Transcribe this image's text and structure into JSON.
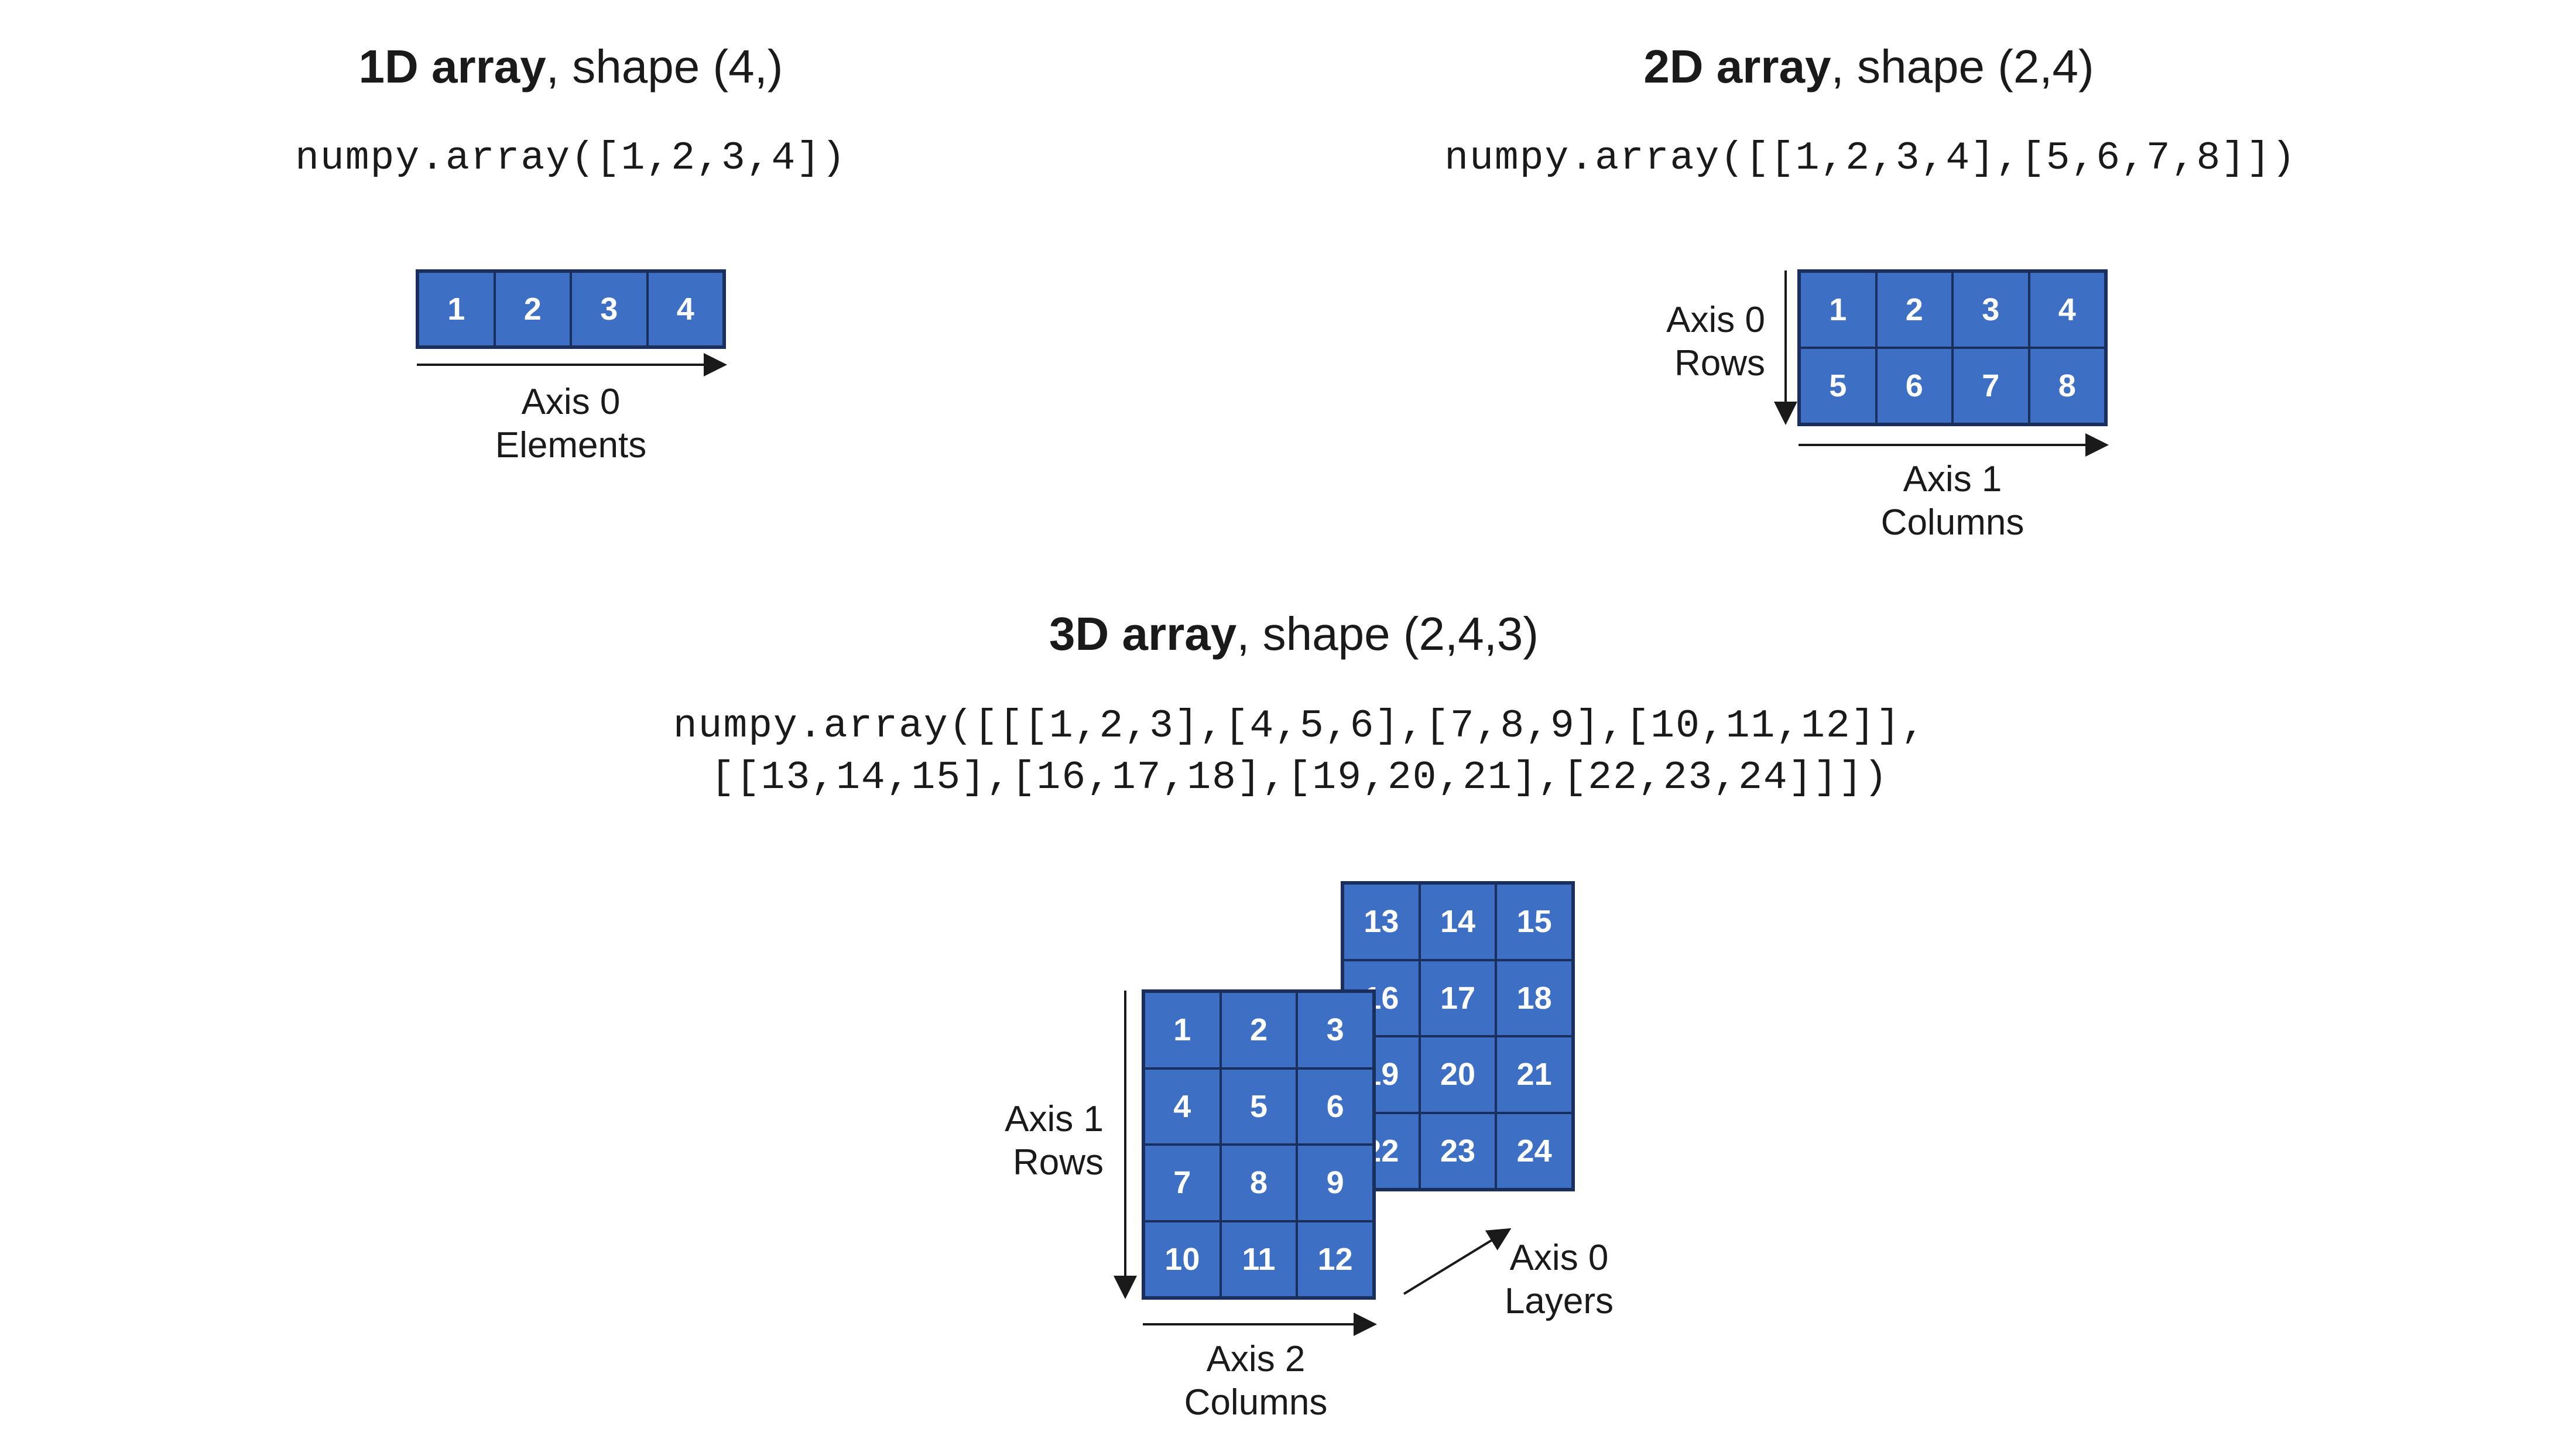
{
  "section_1d": {
    "title_bold": "1D array",
    "title_rest": ", shape (4,)",
    "code": "numpy.array([1,2,3,4])",
    "cells": [
      "1",
      "2",
      "3",
      "4"
    ],
    "axis0_line1": "Axis 0",
    "axis0_line2": "Elements"
  },
  "section_2d": {
    "title_bold": "2D array",
    "title_rest": ", shape (2,4)",
    "code": "numpy.array([[1,2,3,4],[5,6,7,8]])",
    "cells": [
      "1",
      "2",
      "3",
      "4",
      "5",
      "6",
      "7",
      "8"
    ],
    "axis0_line1": "Axis 0",
    "axis0_line2": "Rows",
    "axis1_line1": "Axis 1",
    "axis1_line2": "Columns"
  },
  "section_3d": {
    "title_bold": "3D array",
    "title_rest": ", shape (2,4,3)",
    "code_line1": "numpy.array([[[1,2,3],[4,5,6],[7,8,9],[10,11,12]],",
    "code_line2": "[[13,14,15],[16,17,18],[19,20,21],[22,23,24]]])",
    "back_cells": [
      "13",
      "14",
      "15",
      "16",
      "17",
      "18",
      "19",
      "20",
      "21",
      "22",
      "23",
      "24"
    ],
    "front_cells": [
      "1",
      "2",
      "3",
      "4",
      "5",
      "6",
      "7",
      "8",
      "9",
      "10",
      "11",
      "12"
    ],
    "axis1_line1": "Axis 1",
    "axis1_line2": "Rows",
    "axis2_line1": "Axis 2",
    "axis2_line2": "Columns",
    "axis0_line1": "Axis 0",
    "axis0_line2": "Layers"
  },
  "colors": {
    "cell_fill": "#3d6fc4",
    "cell_border": "#1b2f5c",
    "text": "#1a1a1a"
  }
}
